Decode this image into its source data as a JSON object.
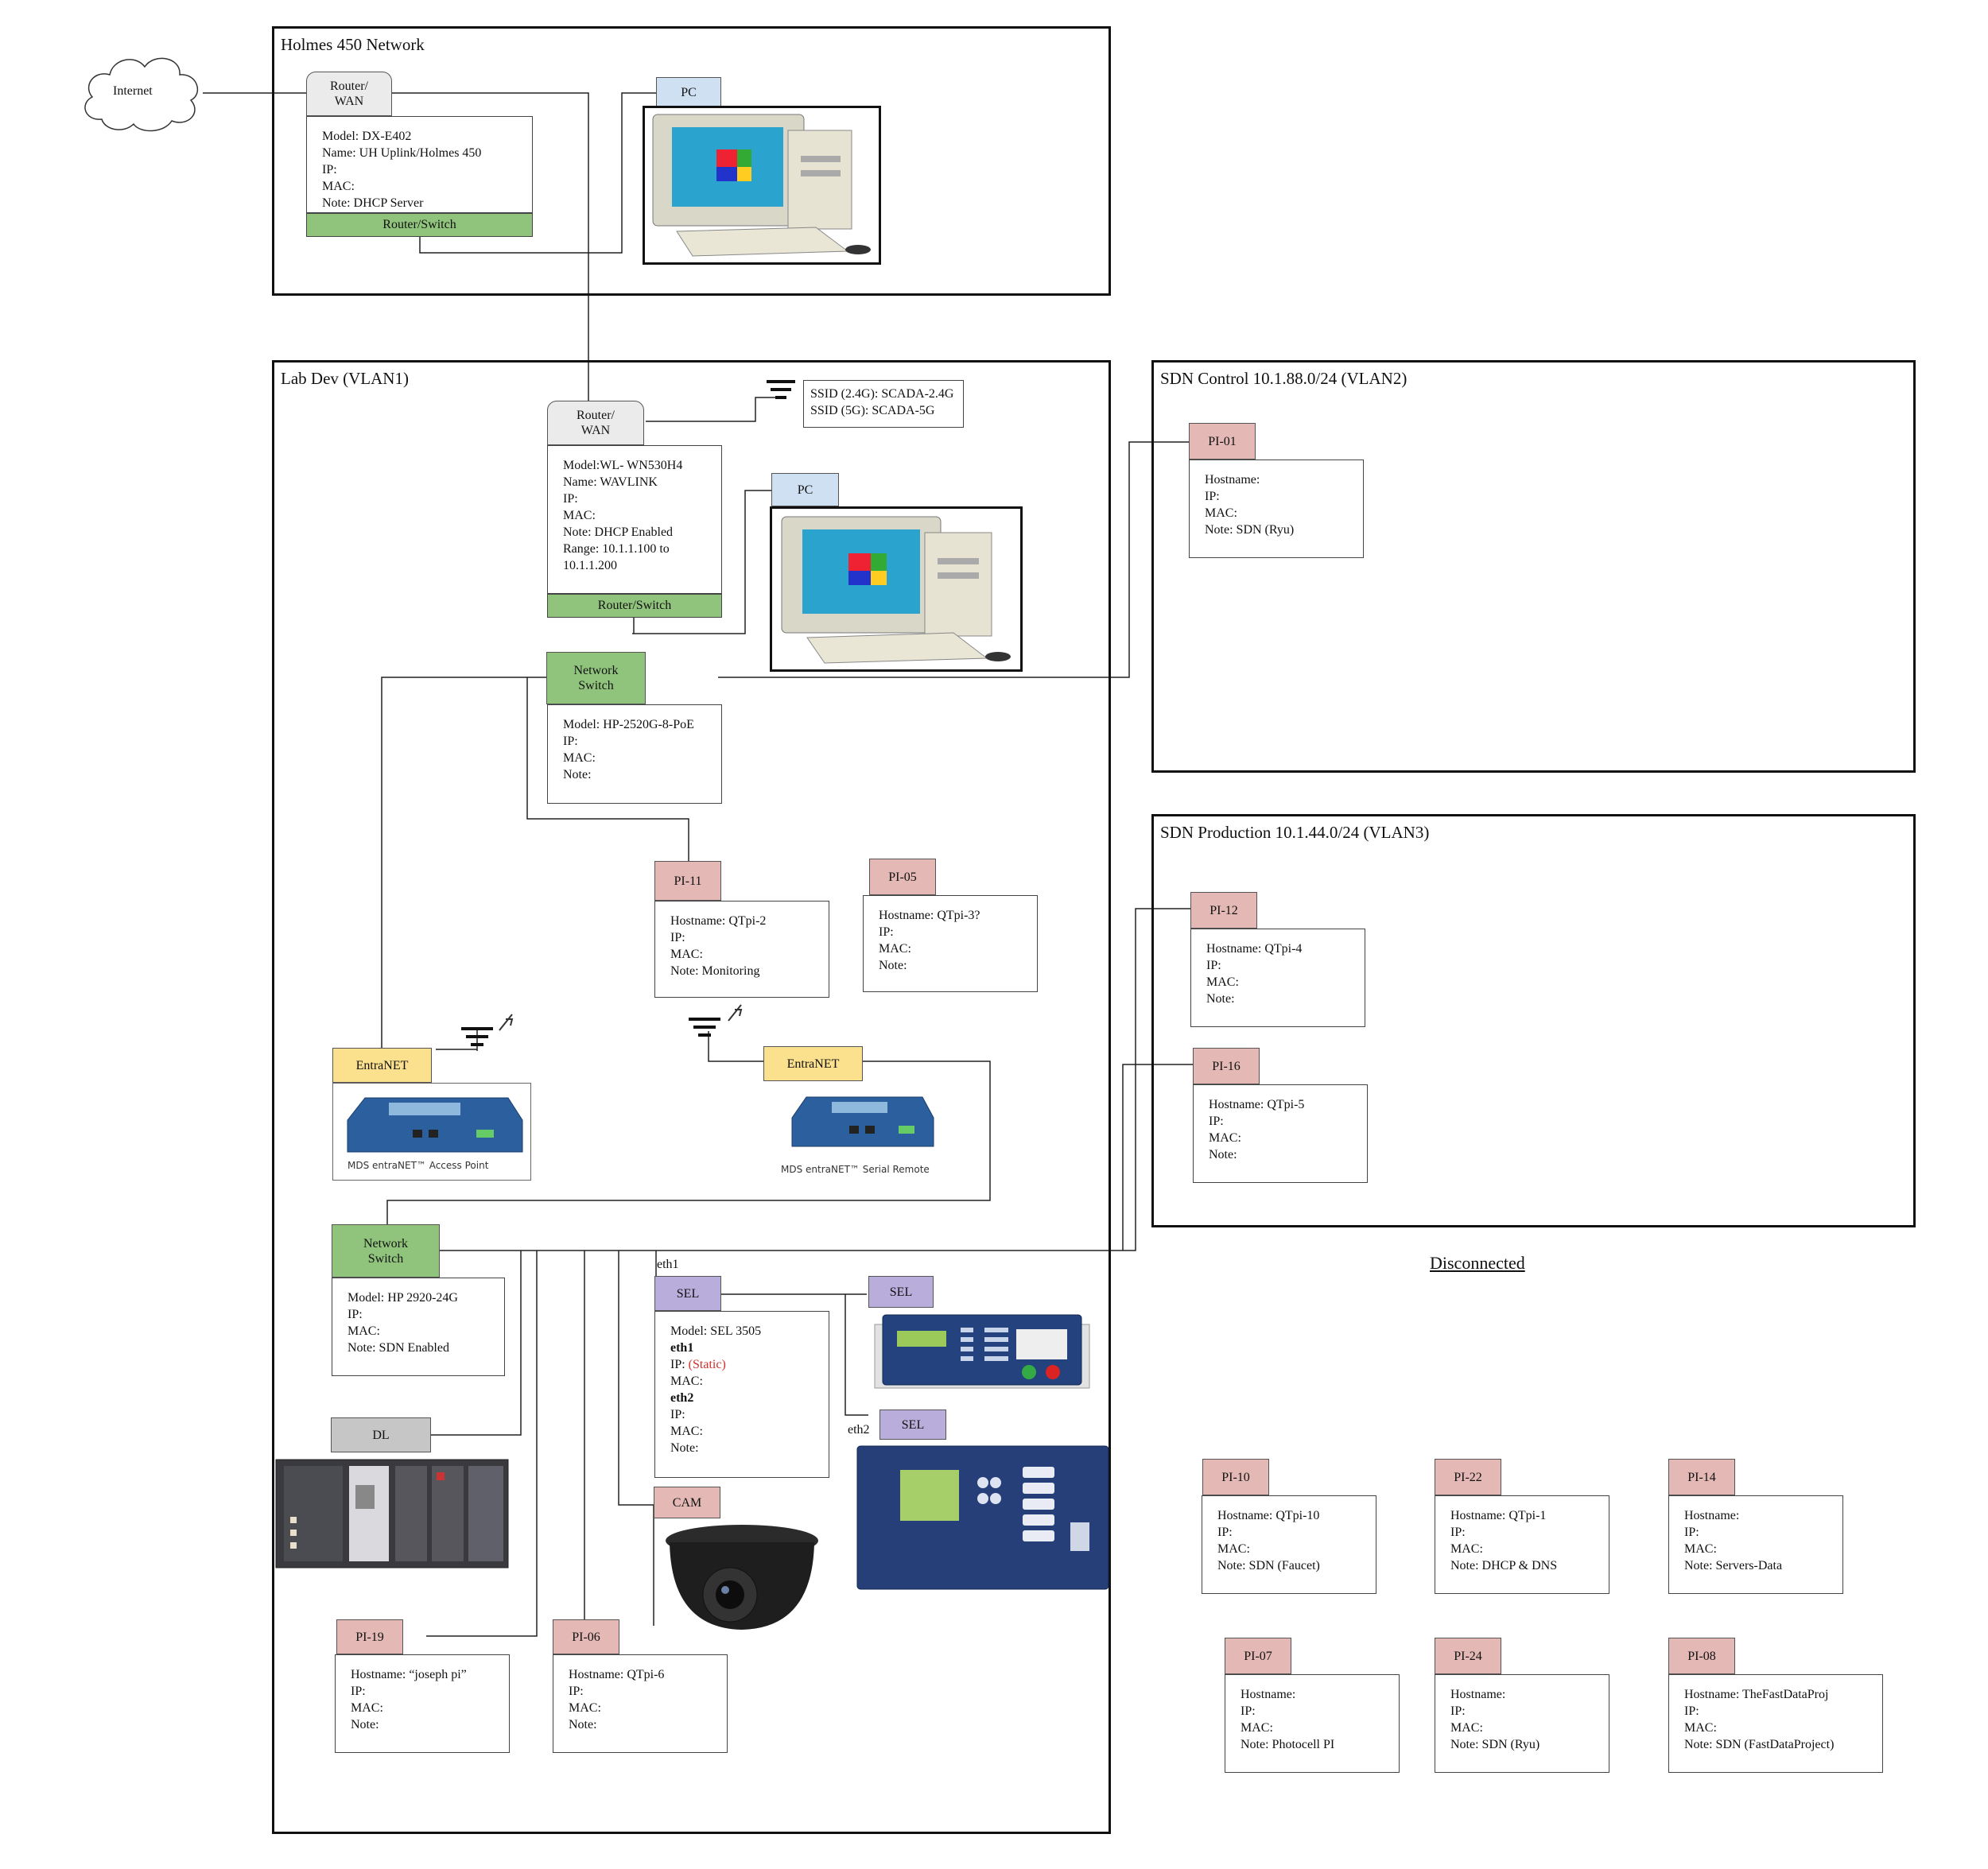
{
  "internet": {
    "label": "Internet"
  },
  "holmes": {
    "title": "Holmes 450 Network",
    "router": {
      "tab": "Router/\nWAN",
      "lines": [
        "Model: DX-E402",
        "Name: UH Uplink/Holmes 450",
        "IP:",
        "MAC:",
        "Note:  DHCP Server"
      ],
      "footer": "Router/Switch"
    },
    "pc": {
      "tab": "PC"
    }
  },
  "labdev": {
    "title": "Lab Dev (VLAN1)",
    "router": {
      "tab": "Router/\nWAN",
      "lines": [
        "Model:WL- WN530H4",
        "Name: WAVLINK",
        "IP:",
        "MAC:",
        "Note: DHCP Enabled",
        "Range: 10.1.1.100 to",
        "10.1.1.200"
      ],
      "footer": "Router/Switch"
    },
    "ssid": [
      "SSID (2.4G): SCADA-2.4G",
      "SSID (5G): SCADA-5G"
    ],
    "pc": {
      "tab": "PC"
    },
    "switch1": {
      "tab": "Network\nSwitch",
      "lines": [
        "Model: HP-2520G-8-PoE",
        "IP:",
        "MAC:",
        "Note:"
      ]
    },
    "pi11": {
      "tab": "PI-11",
      "lines": [
        "Hostname: QTpi-2",
        "IP:",
        "MAC:",
        "Note: Monitoring"
      ]
    },
    "pi05": {
      "tab": "PI-05",
      "lines": [
        "Hostname: QTpi-3?",
        "IP:",
        "MAC:",
        "Note:"
      ]
    },
    "entra1": {
      "tab": "EntraNET",
      "caption": "MDS entraNET™ Access Point"
    },
    "entra2": {
      "tab": "EntraNET",
      "caption": "MDS entraNET™ Serial Remote"
    },
    "switch2": {
      "tab": "Network\nSwitch",
      "lines": [
        "Model: HP 2920-24G",
        "IP:",
        "MAC:",
        "Note: SDN Enabled"
      ]
    },
    "eth1_label": "eth1",
    "eth2_label": "eth2",
    "sel_main": {
      "tab": "SEL",
      "model": "Model: SEL 3505",
      "eth1": "eth1",
      "ip_prefix": "IP: ",
      "ip_static": "(Static)",
      "mac1": "MAC:",
      "eth2": "eth2",
      "ip2": "IP:",
      "mac2": "MAC:",
      "note": "Note:"
    },
    "sel_relay1": {
      "tab": "SEL"
    },
    "sel_relay2": {
      "tab": "SEL"
    },
    "dl": {
      "tab": "DL"
    },
    "cam": {
      "tab": "CAM"
    },
    "pi19": {
      "tab": "PI-19",
      "lines": [
        "Hostname: “joseph pi”",
        "IP:",
        "MAC:",
        "Note:"
      ]
    },
    "pi06": {
      "tab": "PI-06",
      "lines": [
        "Hostname: QTpi-6",
        "IP:",
        "MAC:",
        "Note:"
      ]
    }
  },
  "sdn_control": {
    "title": "SDN Control 10.1.88.0/24 (VLAN2)",
    "pi01": {
      "tab": "PI-01",
      "lines": [
        "Hostname:",
        "IP:",
        "MAC:",
        "Note: SDN (Ryu)"
      ]
    }
  },
  "sdn_production": {
    "title": "SDN Production 10.1.44.0/24 (VLAN3)",
    "pi12": {
      "tab": "PI-12",
      "lines": [
        "Hostname: QTpi-4",
        "IP:",
        "MAC:",
        "Note:"
      ]
    },
    "pi16": {
      "tab": "PI-16",
      "lines": [
        "Hostname: QTpi-5",
        "IP:",
        "MAC:",
        "Note:"
      ]
    }
  },
  "disconnected": {
    "title": "Disconnected",
    "pi10": {
      "tab": "PI-10",
      "lines": [
        "Hostname: QTpi-10",
        "IP:",
        "MAC:",
        "Note: SDN (Faucet)"
      ]
    },
    "pi22": {
      "tab": "PI-22",
      "lines": [
        "Hostname: QTpi-1",
        "IP:",
        "MAC:",
        "Note: DHCP & DNS"
      ]
    },
    "pi14": {
      "tab": "PI-14",
      "lines": [
        "Hostname:",
        "IP:",
        "MAC:",
        "Note: Servers-Data"
      ]
    },
    "pi07": {
      "tab": "PI-07",
      "lines": [
        "Hostname:",
        "IP:",
        "MAC:",
        "Note: Photocell PI"
      ]
    },
    "pi24": {
      "tab": "PI-24",
      "lines": [
        "Hostname:",
        "IP:",
        "MAC:",
        "Note: SDN (Ryu)"
      ]
    },
    "pi08": {
      "tab": "PI-08",
      "lines": [
        "Hostname: TheFastDataProj",
        "IP:",
        "MAC:",
        "Note: SDN (FastDataProject)"
      ]
    }
  },
  "icons": [
    "cloud-icon",
    "computer-icon",
    "wifi-antenna-icon",
    "radio-modem-icon",
    "protection-relay-icon",
    "plc-icon",
    "dome-camera-icon"
  ],
  "colors": {
    "router_tab": "#ebebeb",
    "pc_tab": "#cfe0f3",
    "pi_tab": "#e3b8b5",
    "switch_tab": "#90c47c",
    "entranet_tab": "#fbe08e",
    "sel_tab": "#b9aedb",
    "dl_tab": "#c6c6c6",
    "static_ip": "#d0302b"
  }
}
